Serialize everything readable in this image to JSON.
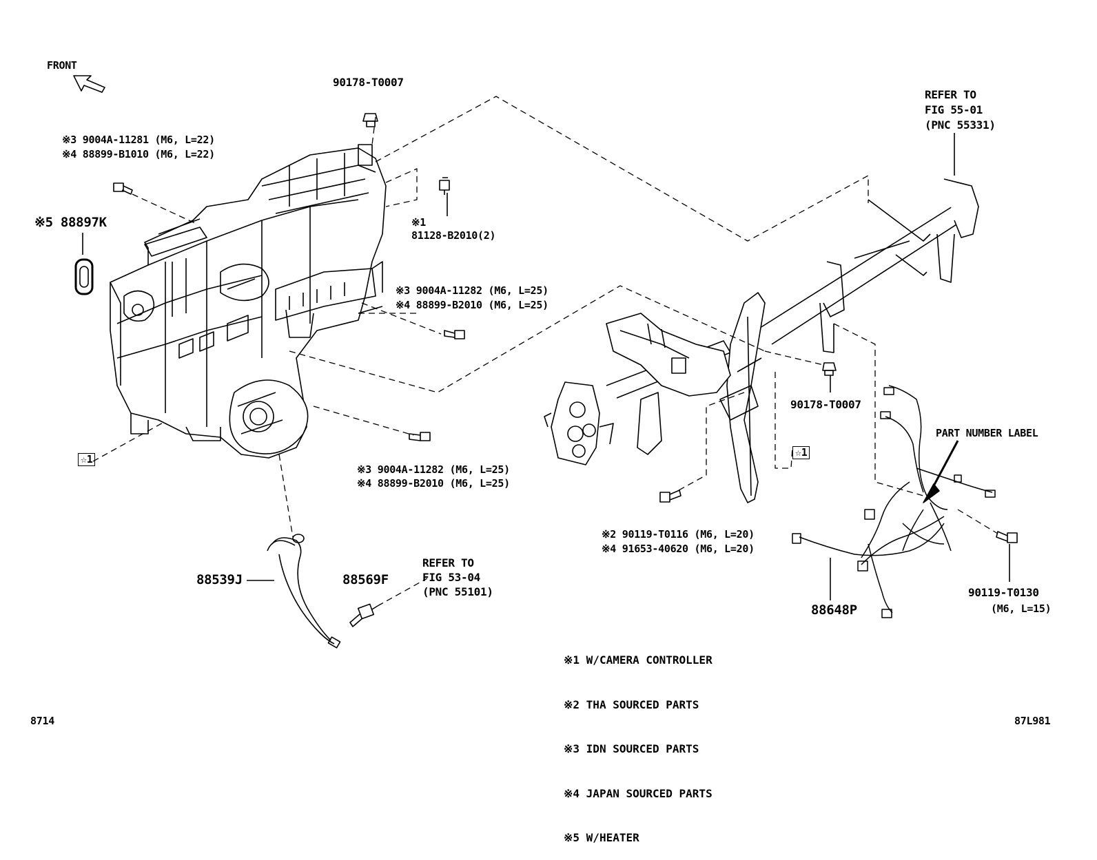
{
  "labels": {
    "front": "FRONT",
    "top_nut": "90178-T0007",
    "bolt1_a": "※3 9004A-11281 (M6, L=22)",
    "bolt1_b": "※4 88899-B1010 (M6, L=22)",
    "grommet": "※5 88897K",
    "clip_a": "※1",
    "clip_b": "81128-B2010(2)",
    "bolt2_a": "※3 9004A-11282 (M6, L=25)",
    "bolt2_b": "※4 88899-B2010 (M6, L=25)",
    "bolt3_a": "※3 9004A-11282 (M6, L=25)",
    "bolt3_b": "※4 88899-B2010 (M6, L=25)",
    "star_left": "☆1",
    "star_right": "☆1",
    "refer_top_1": "REFER TO",
    "refer_top_2": "FIG 55-01",
    "refer_top_3": "(PNC 55331)",
    "nut_right": "90178-T0007",
    "part_number_label": "PART NUMBER LABEL",
    "bolt4_a": "※2 90119-T0116 (M6, L=20)",
    "bolt4_b": "※4 91653-40620 (M6, L=20)",
    "hose": "88539J",
    "sensor": "88569F",
    "refer_bot_1": "REFER TO",
    "refer_bot_2": "FIG 53-04",
    "refer_bot_3": "(PNC 55101)",
    "harness": "88648P",
    "bolt5_a": "90119-T0130",
    "bolt5_b": "(M6, L=15)",
    "code_left": "8714",
    "code_right": "87L981"
  },
  "legend": [
    "※1 W/CAMERA CONTROLLER",
    "※2 THA SOURCED PARTS",
    "※3 IDN SOURCED PARTS",
    "※4 JAPAN SOURCED PARTS",
    "※5 W/HEATER"
  ]
}
